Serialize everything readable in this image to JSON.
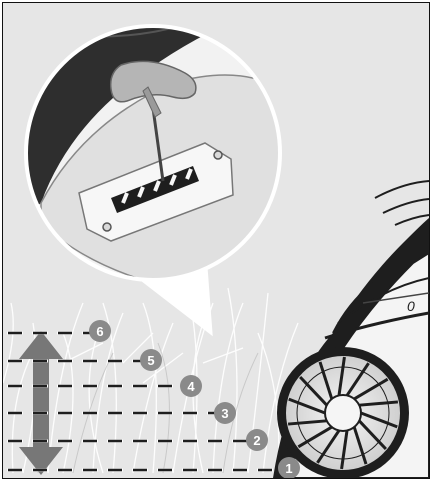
{
  "illustration": {
    "subject": "robotic-lawnmower-cutting-height-adjustment",
    "background_color": "#e6e6e6",
    "tool": "t-handle-hex-key",
    "mower_badge": "0"
  },
  "height_levels": [
    {
      "label": "1"
    },
    {
      "label": "2"
    },
    {
      "label": "3"
    },
    {
      "label": "4"
    },
    {
      "label": "5"
    },
    {
      "label": "6"
    }
  ]
}
